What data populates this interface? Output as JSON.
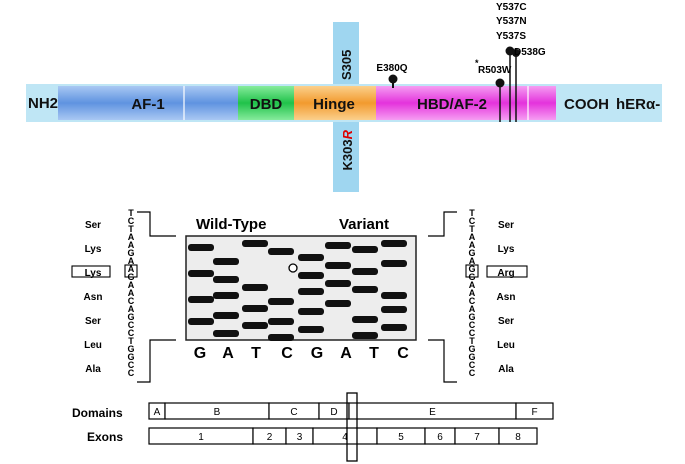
{
  "protein_map": {
    "n_terminus": "NH2",
    "c_terminus": "COOH",
    "protein": "hERα-",
    "domains": [
      {
        "label": "AF-1",
        "color": "#6a9fe6"
      },
      {
        "label": "DBD",
        "color": "#2ecc55"
      },
      {
        "label": "Hinge",
        "color": "#f5a540"
      },
      {
        "label": "HBD/AF-2",
        "color": "#ee44e8"
      }
    ],
    "hinge_site_top": "S305",
    "hinge_site_bottom_prefix": "K303",
    "hinge_site_bottom_suffix": "R",
    "mutations": [
      {
        "label": "E380Q"
      },
      {
        "label": "R503W",
        "asterisk": "*"
      },
      {
        "label": "Y537C"
      },
      {
        "label": "Y537N"
      },
      {
        "label": "Y537S"
      },
      {
        "label": "D538G"
      }
    ],
    "colors": {
      "band": "#bfe6f5",
      "hinge_highlight": "#9fd6f0",
      "mutation_red": "#dd0000"
    }
  },
  "sequencing": {
    "title_left": "Wild-Type",
    "title_right": "Variant",
    "lane_letters": [
      "G",
      "A",
      "T",
      "C",
      "G",
      "A",
      "T",
      "C"
    ],
    "left_amino_acids": [
      "Ser",
      "Lys",
      "Lys",
      "Asn",
      "Ser",
      "Leu",
      "Ala"
    ],
    "left_sequence": [
      "T",
      "C",
      "T",
      "A",
      "A",
      "G",
      "A",
      "A",
      "G",
      "A",
      "A",
      "C",
      "A",
      "G",
      "C",
      "C",
      "T",
      "G",
      "G",
      "C",
      "C"
    ],
    "right_amino_acids": [
      "Ser",
      "Lys",
      "Arg",
      "Asn",
      "Ser",
      "Leu",
      "Ala"
    ],
    "right_sequence": [
      "T",
      "C",
      "T",
      "A",
      "A",
      "G",
      "A",
      "G",
      "G",
      "A",
      "A",
      "C",
      "A",
      "G",
      "C",
      "C",
      "T",
      "G",
      "G",
      "C",
      "C"
    ]
  },
  "gene_map": {
    "domains_label": "Domains",
    "exons_label": "Exons",
    "domains": [
      "A",
      "B",
      "C",
      "D",
      "E",
      "F"
    ],
    "exons": [
      "1",
      "2",
      "3",
      "4",
      "5",
      "6",
      "7",
      "8"
    ]
  }
}
